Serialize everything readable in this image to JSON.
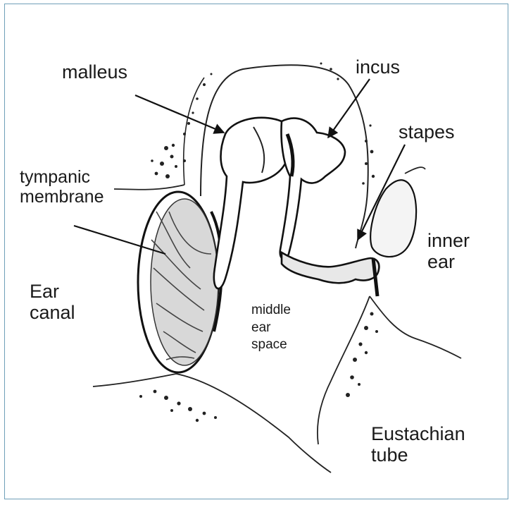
{
  "labels": {
    "malleus": "malleus",
    "incus": "incus",
    "stapes": "stapes",
    "tympanic_1": "tympanic",
    "tympanic_2": "membrane",
    "ear_canal_1": "Ear",
    "ear_canal_2": "canal",
    "middle_1": "middle",
    "middle_2": "ear",
    "middle_3": "space",
    "inner_1": "inner",
    "inner_2": "ear",
    "eustachian_1": "Eustachian",
    "eustachian_2": "tube"
  },
  "colors": {
    "frame": "#6f9fb8",
    "ink": "#1a1a1a"
  }
}
